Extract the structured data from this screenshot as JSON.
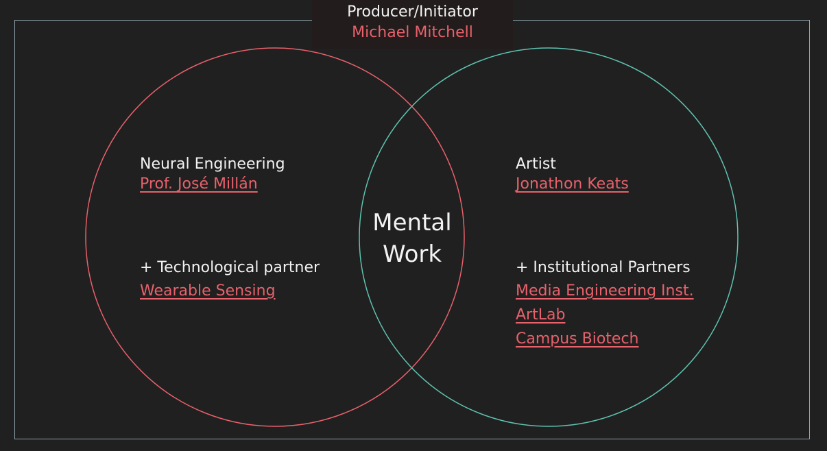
{
  "header": {
    "role": "Producer/Initiator",
    "name": "Michael Mitchell"
  },
  "center": {
    "line1": "Mental",
    "line2": "Work"
  },
  "left": {
    "heading": "Neural Engineering",
    "person": "Prof. José Millán",
    "partner_heading": "+ Technological partner",
    "partners": [
      "Wearable Sensing"
    ]
  },
  "right": {
    "heading": "Artist",
    "person": "Jonathon Keats",
    "partner_heading": "+ Institutional Partners",
    "partners": [
      "Media Engineering Inst.",
      "ArtLab",
      "Campus Biotech"
    ]
  },
  "colors": {
    "background": "#202020",
    "frame": "#8fa6ad",
    "left_circle": "#e8616b",
    "right_circle": "#5fc2b0",
    "link": "#e8616b",
    "text": "#f2f2f2"
  }
}
